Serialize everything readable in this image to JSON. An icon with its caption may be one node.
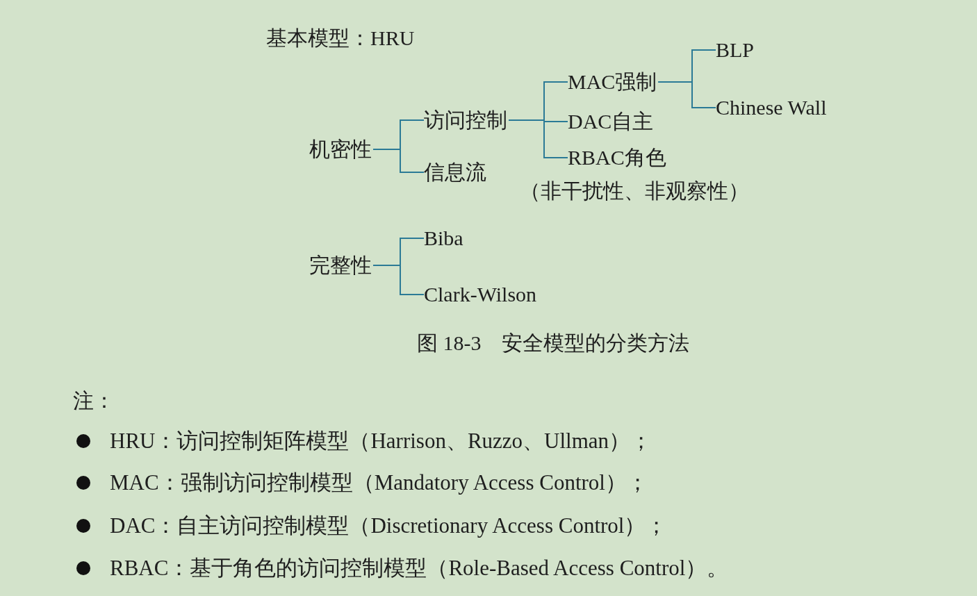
{
  "diagram": {
    "caption": "图 18-3　安全模型的分类方法",
    "nodes": [
      {
        "text": [
          "机密性"
        ]
      },
      {
        "text": [
          "访问控制"
        ]
      },
      {
        "text": [
          "信息流"
        ]
      },
      {
        "text": [
          "MAC强制"
        ]
      },
      {
        "text": [
          "DAC自主"
        ]
      },
      {
        "text": [
          "RBAC角色"
        ]
      },
      {
        "text": [
          "BLP"
        ]
      },
      {
        "text": [
          "Chinese Wall"
        ]
      },
      {
        "text": [
          "完整性"
        ]
      },
      {
        "text": [
          "Biba"
        ]
      },
      {
        "text": [
          "Clark-Wilson"
        ]
      }
    ],
    "edges": [
      {
        "from": 0,
        "to": 1,
        "arrow": "none"
      },
      {
        "from": 0,
        "to": 2,
        "arrow": "none"
      },
      {
        "from": 1,
        "to": 3,
        "arrow": "none"
      },
      {
        "from": 1,
        "to": 4,
        "arrow": "none"
      },
      {
        "from": 1,
        "to": 5,
        "arrow": "none"
      },
      {
        "from": 3,
        "to": 6,
        "arrow": "none"
      },
      {
        "from": 3,
        "to": 7,
        "arrow": "none"
      },
      {
        "from": 8,
        "to": 9,
        "arrow": "none"
      },
      {
        "from": 8,
        "to": 10,
        "arrow": "none"
      }
    ],
    "labels": [
      "基本模型：HRU",
      "（非干扰性、非观察性）",
      "注：",
      "HRU：访问控制矩阵模型（Harrison、Ruzzo、Ullman）；",
      "MAC：强制访问控制模型（Mandatory Access Control）；",
      "DAC：自主访问控制模型（Discretionary Access Control）；",
      "RBAC：基于角色的访问控制模型（Role-Based Access Control）。"
    ]
  }
}
